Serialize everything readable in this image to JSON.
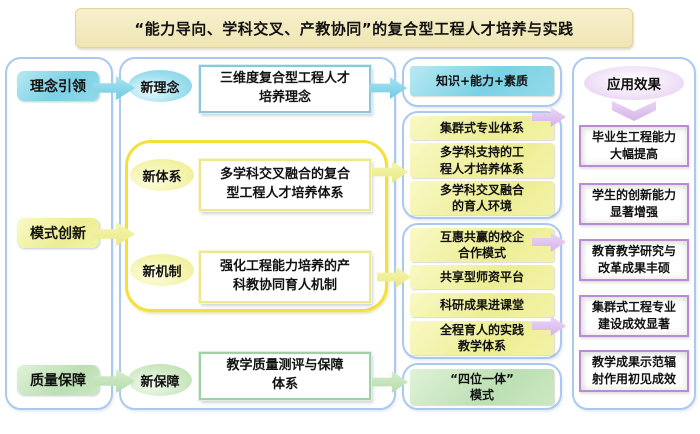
{
  "palette": {
    "cyan": "#7BD1E5",
    "yellow": "#EDED94",
    "green": "#BCDFB3",
    "purple_fill": "#E3C9EF",
    "purple_border": "#B98BD0",
    "frame_blue_border": "#ABC9EF",
    "yellow_frame_border": "#F2E138",
    "title_bg": "#F3EABF"
  },
  "title": {
    "text": "“能力导向、学科交叉、产教协同”的复合型工程人才培养与实践"
  },
  "left_column": {
    "items": [
      {
        "label": "理念引领"
      },
      {
        "label": "模式创新"
      },
      {
        "label": "质量保障"
      }
    ]
  },
  "process_column": {
    "ellipses": [
      {
        "label": "新理念"
      },
      {
        "label": "新体系"
      },
      {
        "label": "新机制"
      },
      {
        "label": "新保障"
      }
    ],
    "boxes": [
      {
        "label": "三维度复合型工程人才\n培养理念"
      },
      {
        "label": "多学科交叉融合的复合\n型工程人才培养体系"
      },
      {
        "label": "强化工程能力培养的产\n科教协同育人机制"
      },
      {
        "label": "教学质量测评与保障\n体系"
      }
    ]
  },
  "outcome_column": {
    "groups": [
      {
        "items": [
          {
            "label": "知识+能力+素质"
          }
        ]
      },
      {
        "items": [
          {
            "label": "集群式专业体系"
          },
          {
            "label": "多学科支持的工\n程人才培养体系"
          },
          {
            "label": "多学科交叉融合\n的育人环境"
          }
        ]
      },
      {
        "items": [
          {
            "label": "互惠共赢的校企\n合作模式"
          },
          {
            "label": "共享型师资平台"
          },
          {
            "label": "科研成果进课堂"
          },
          {
            "label": "全程育人的实践\n教学体系"
          }
        ]
      },
      {
        "items": [
          {
            "label": "“四位一体”\n模式"
          }
        ]
      }
    ]
  },
  "results_column": {
    "header": "应用效果",
    "items": [
      {
        "label": "毕业生工程能力\n大幅提高"
      },
      {
        "label": "学生的创新能力\n显著增强"
      },
      {
        "label": "教育教学研究与\n改革成果丰硕"
      },
      {
        "label": "集群式工程专业\n建设成效显著"
      },
      {
        "label": "教学成果示范辐\n射作用初见成效"
      }
    ]
  }
}
